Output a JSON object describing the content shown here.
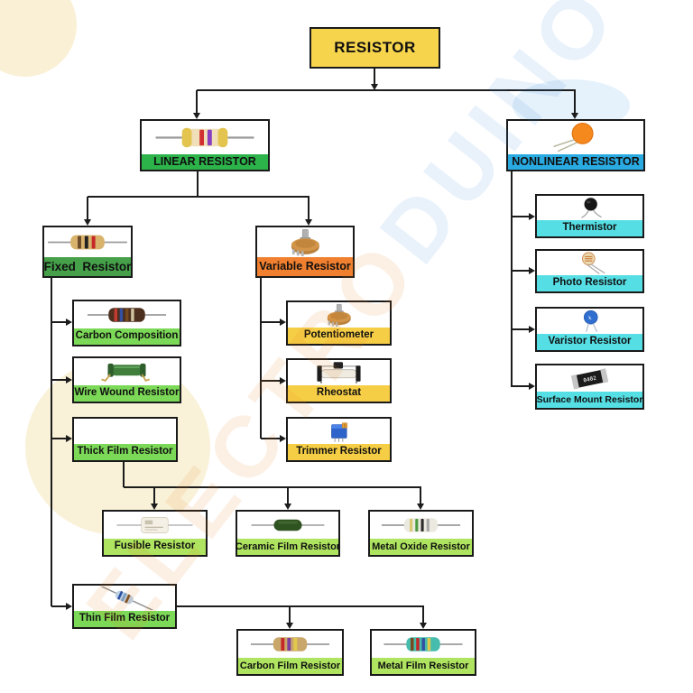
{
  "watermark": {
    "part1": "ELECTRO",
    "part2": "DUINO"
  },
  "colors": {
    "box_border": "#1A1A1A",
    "connector_line": "#1C1C1C",
    "root_yellow": "#F6D44C",
    "linear_green": "#2CB34A",
    "nonlinear_blue": "#29ABE2",
    "fixed_green": "#45A049",
    "variable_orange": "#F0802F",
    "fixed_children_green": "#7CD957",
    "film_children_lime": "#AEE45F",
    "variable_children_yellow": "#F6CE45",
    "nonlinear_children_cyan": "#55DEE4",
    "watermark_orange": "#E8821E",
    "watermark_blue": "#3D8FE0"
  },
  "nodes": {
    "resistor": {
      "label": "RESISTOR",
      "image": "none"
    },
    "linear": {
      "label": "LINEAR RESISTOR",
      "image": "resistor-4band"
    },
    "nonlinear": {
      "label": "NONLINEAR RESISTOR",
      "image": "disc-orange"
    },
    "fixed": {
      "label": "Fixed  Resistor",
      "image": "resistor-fixed"
    },
    "variable": {
      "label": "Variable Resistor",
      "image": "potentiometer"
    },
    "carbon_composition": {
      "label": "Carbon Composition",
      "image": "carbon-composition"
    },
    "wire_wound": {
      "label": "Wire Wound Resistor",
      "image": "wire-wound"
    },
    "thick_film": {
      "label": "Thick Film Resistor",
      "image": "none"
    },
    "thin_film": {
      "label": "Thin Film Resistor",
      "image": "thin-film"
    },
    "potentiometer": {
      "label": "Potentiometer",
      "image": "potentiometer"
    },
    "rheostat": {
      "label": "Rheostat",
      "image": "rheostat"
    },
    "trimmer": {
      "label": "Trimmer Resistor",
      "image": "trimmer"
    },
    "fusible": {
      "label": "Fusible Resistor",
      "image": "fusible"
    },
    "ceramic_film": {
      "label": "Ceramic Film Resistor",
      "image": "ceramic-film"
    },
    "metal_oxide": {
      "label": "Metal Oxide Resistor",
      "image": "metal-oxide"
    },
    "carbon_film": {
      "label": "Carbon Film Resistor",
      "image": "carbon-film"
    },
    "metal_film": {
      "label": "Metal Film Resistor",
      "image": "metal-film"
    },
    "thermistor": {
      "label": "Thermistor",
      "image": "thermistor"
    },
    "photo_resistor": {
      "label": "Photo Resistor",
      "image": "photo-resistor"
    },
    "varistor": {
      "label": "Varistor Resistor",
      "image": "varistor"
    },
    "smd": {
      "label": "Surface Mount Resistor",
      "image": "smd-resistor"
    }
  },
  "edges": {
    "resistor": [
      "linear",
      "nonlinear"
    ],
    "linear": [
      "fixed",
      "variable"
    ],
    "fixed": [
      "carbon_composition",
      "wire_wound",
      "thick_film",
      "thin_film"
    ],
    "variable": [
      "potentiometer",
      "rheostat",
      "trimmer"
    ],
    "thick_film": [
      "fusible",
      "ceramic_film",
      "metal_oxide"
    ],
    "thin_film": [
      "carbon_film",
      "metal_film"
    ],
    "nonlinear": [
      "thermistor",
      "photo_resistor",
      "varistor",
      "smd"
    ]
  }
}
